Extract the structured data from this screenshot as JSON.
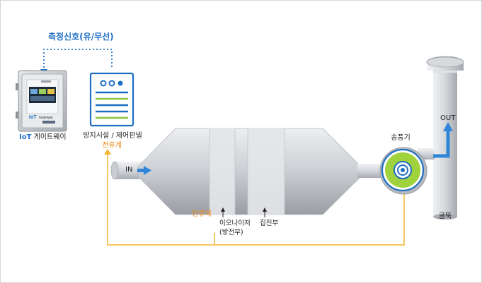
{
  "labels": {
    "signal_title": "측정신호(유/무선)",
    "gateway_brand": "IoT",
    "gateway_rest": " 게이트웨이",
    "gateway_device_brand": "IoT",
    "gateway_device_sub": "Gateway",
    "control_panel": "방지시설 / 제어판넬",
    "current_meter_top": "전류계",
    "current_meter_bottom": "전류계",
    "inlet": "IN",
    "outlet": "OUT",
    "ionizer_line1": "이오나이저",
    "ionizer_line2": "(방전부)",
    "collector": "집진부",
    "blower": "송풍기",
    "chimney": "굴뚝"
  },
  "colors": {
    "signal_blue": "#1e6fc4",
    "current_orange": "#f5b52e",
    "label_orange": "#f08a18",
    "blower_green": "#9fd23c",
    "panel_green": "#8cc63f"
  }
}
